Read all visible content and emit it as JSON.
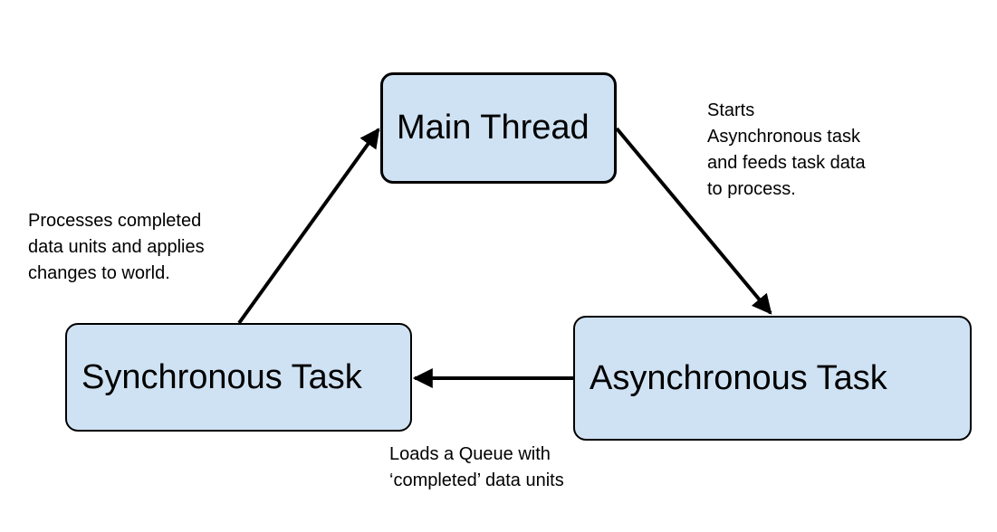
{
  "nodes": {
    "main_thread": "Main Thread",
    "synchronous_task": "Synchronous Task",
    "asynchronous_task": "Asynchronous Task"
  },
  "edges": {
    "main_to_async": "Starts\nAsynchronous task\nand feeds task data\nto process.",
    "async_to_sync": "Loads a Queue with\n‘completed’ data units",
    "sync_to_main": "Processes completed\ndata units and applies\nchanges to world."
  },
  "colors": {
    "node_fill": "#cfe2f3",
    "stroke": "#000000"
  }
}
